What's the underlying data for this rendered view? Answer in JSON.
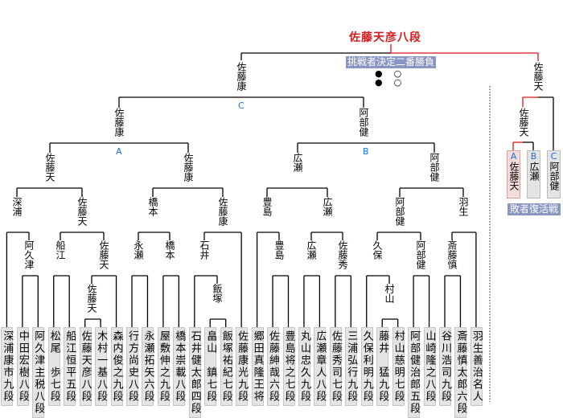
{
  "title": "佐藤天彦八段",
  "challenger_series": {
    "label": "挑戦者決定二番勝負",
    "results": [
      [
        "●",
        "○"
      ],
      [
        "●",
        "○"
      ]
    ],
    "left_finalist": "佐藤康",
    "right_finalist": "佐藤天"
  },
  "players": [
    "深浦康市九段",
    "中田宏樹八段",
    "阿久津主税八段",
    "松尾　歩七段",
    "船江恒平五段",
    "佐藤天彦八段",
    "木村一基八段",
    "森内俊之九段",
    "行方尚史八段",
    "永瀬拓矢六段",
    "屋敷伸之九段",
    "橋本崇載八段",
    "石井健太郎四段",
    "畠山　鎮七段",
    "飯塚祐紀七段",
    "佐藤康光九段",
    "郷田真隆王将",
    "佐藤紳哉六段",
    "豊島将之七段",
    "丸山忠久九段",
    "広瀬章人八段",
    "佐藤秀司七段",
    "三浦弘行九段",
    "久保利明九段",
    "藤井　猛九段",
    "村山慈明七段",
    "阿部健治郎五段",
    "山崎隆之八段",
    "谷川浩司九段",
    "斎藤慎太郎六段",
    "羽生善治名人"
  ],
  "matches": [
    {
      "id": "m0a",
      "sides": [
        "p5",
        "p6"
      ],
      "winner": "佐藤天"
    },
    {
      "id": "m0b",
      "sides": [
        "p13",
        "p14"
      ],
      "winner": "飯塚"
    },
    {
      "id": "m0c",
      "sides": [
        "p24",
        "p25"
      ],
      "winner": "村山"
    },
    {
      "id": "m1a",
      "sides": [
        "p1",
        "p2"
      ],
      "winner": "阿久津"
    },
    {
      "id": "m1b",
      "sides": [
        "p3",
        "p4"
      ],
      "winner": "船江"
    },
    {
      "id": "m1c",
      "sides": [
        "m0a",
        "p7"
      ],
      "winner": "佐藤天"
    },
    {
      "id": "m1d",
      "sides": [
        "p8",
        "p9"
      ],
      "winner": "永瀬"
    },
    {
      "id": "m1e",
      "sides": [
        "p10",
        "p11"
      ],
      "winner": "橋本"
    },
    {
      "id": "m1f",
      "sides": [
        "p12",
        "m0b"
      ],
      "winner": "石井"
    },
    {
      "id": "m1g",
      "sides": [
        "p17",
        "p18"
      ],
      "winner": "豊島"
    },
    {
      "id": "m1h",
      "sides": [
        "p19",
        "p20"
      ],
      "winner": "広瀬"
    },
    {
      "id": "m1i",
      "sides": [
        "p21",
        "p22"
      ],
      "winner": "佐藤秀"
    },
    {
      "id": "m1j",
      "sides": [
        "p23",
        "m0c"
      ],
      "winner": "久保"
    },
    {
      "id": "m1k",
      "sides": [
        "p26",
        "p27"
      ],
      "winner": "阿部健"
    },
    {
      "id": "m1l",
      "sides": [
        "p28",
        "p29"
      ],
      "winner": "斎藤慎"
    },
    {
      "id": "m2a",
      "sides": [
        "p0",
        "m1a"
      ],
      "winner": "深浦"
    },
    {
      "id": "m2b",
      "sides": [
        "m1b",
        "m1c"
      ],
      "winner": "佐藤天"
    },
    {
      "id": "m2c",
      "sides": [
        "m1d",
        "m1e"
      ],
      "winner": "橋本"
    },
    {
      "id": "m2d",
      "sides": [
        "m1f",
        "p15"
      ],
      "winner": "佐藤康"
    },
    {
      "id": "m2e",
      "sides": [
        "p16",
        "m1g"
      ],
      "winner": "豊島"
    },
    {
      "id": "m2f",
      "sides": [
        "m1h",
        "m1i"
      ],
      "winner": "広瀬"
    },
    {
      "id": "m2g",
      "sides": [
        "m1j",
        "m1k"
      ],
      "winner": "阿部健"
    },
    {
      "id": "m2h",
      "sides": [
        "m1l",
        "p30"
      ],
      "winner": "羽生"
    },
    {
      "id": "m3a",
      "sides": [
        "m2a",
        "m2b"
      ],
      "winner": "佐藤天"
    },
    {
      "id": "m3b",
      "sides": [
        "m2c",
        "m2d"
      ],
      "winner": "佐藤康"
    },
    {
      "id": "m3c",
      "sides": [
        "m2e",
        "m2f"
      ],
      "winner": "広瀬"
    },
    {
      "id": "m3d",
      "sides": [
        "m2g",
        "m2h"
      ],
      "winner": "阿部健"
    },
    {
      "id": "m4a",
      "sides": [
        "m3a",
        "m3b"
      ],
      "winner": "佐藤康",
      "mark": "A"
    },
    {
      "id": "m4b",
      "sides": [
        "m3c",
        "m3d"
      ],
      "winner": "阿部健",
      "mark": "B"
    },
    {
      "id": "m5",
      "sides": [
        "m4a",
        "m4b"
      ],
      "winner": "佐藤康",
      "mark": "C"
    }
  ],
  "repechage": {
    "label": "敗者復活戦",
    "winner": "佐藤天",
    "entries": [
      {
        "mark": "A",
        "name": "佐藤天",
        "won": true
      },
      {
        "mark": "B",
        "name": "広瀬",
        "won": false
      },
      {
        "mark": "C",
        "name": "阿部健",
        "won": false
      }
    ]
  },
  "colors": {
    "line": "#000000",
    "winner_line": "#d81818",
    "mark": "#1a6fe8",
    "banner": "#8a96c2",
    "winner_box": "#f3dcdc"
  }
}
